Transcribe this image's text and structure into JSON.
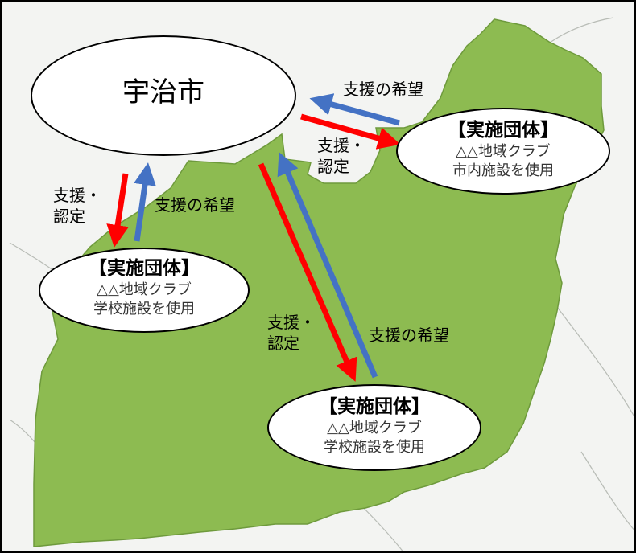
{
  "city": {
    "label": "宇治市"
  },
  "groups": [
    {
      "title": "【実施団体】",
      "line1": "△△地域クラブ",
      "line2": "市内施設を使用"
    },
    {
      "title": "【実施団体】",
      "line1": "△△地域クラブ",
      "line2": "学校施設を使用"
    },
    {
      "title": "【実施団体】",
      "line1": "△△地域クラブ",
      "line2": "学校施設を使用"
    }
  ],
  "labels": {
    "request": "支援の希望",
    "support_line1": "支援・",
    "support_line2": "認定"
  },
  "colors": {
    "land": "#8dbb51",
    "support_arrow": "#ff0000",
    "request_arrow": "#4472c4"
  }
}
